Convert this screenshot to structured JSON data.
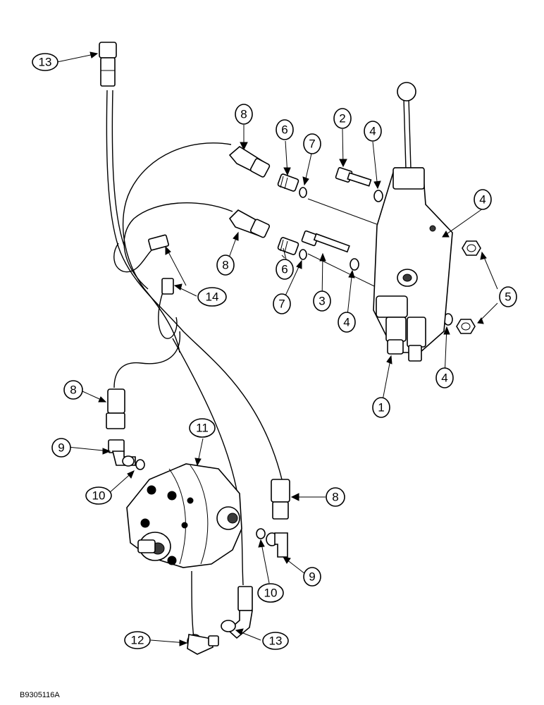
{
  "figure_id": "B9305116A",
  "callouts": [
    {
      "id": "c13a",
      "label": "13"
    },
    {
      "id": "c8a",
      "label": "8"
    },
    {
      "id": "c6a",
      "label": "6"
    },
    {
      "id": "c7a",
      "label": "7"
    },
    {
      "id": "c2",
      "label": "2"
    },
    {
      "id": "c4a",
      "label": "4"
    },
    {
      "id": "c4b",
      "label": "4"
    },
    {
      "id": "c8b",
      "label": "8"
    },
    {
      "id": "c14",
      "label": "14"
    },
    {
      "id": "c6b",
      "label": "6"
    },
    {
      "id": "c7b",
      "label": "7"
    },
    {
      "id": "c3",
      "label": "3"
    },
    {
      "id": "c4c",
      "label": "4"
    },
    {
      "id": "c5",
      "label": "5"
    },
    {
      "id": "c4d",
      "label": "4"
    },
    {
      "id": "c1",
      "label": "1"
    },
    {
      "id": "c8c",
      "label": "8"
    },
    {
      "id": "c11",
      "label": "11"
    },
    {
      "id": "c9a",
      "label": "9"
    },
    {
      "id": "c10a",
      "label": "10"
    },
    {
      "id": "c8d",
      "label": "8"
    },
    {
      "id": "c10b",
      "label": "10"
    },
    {
      "id": "c9b",
      "label": "9"
    },
    {
      "id": "c12",
      "label": "12"
    },
    {
      "id": "c13b",
      "label": "13"
    }
  ]
}
